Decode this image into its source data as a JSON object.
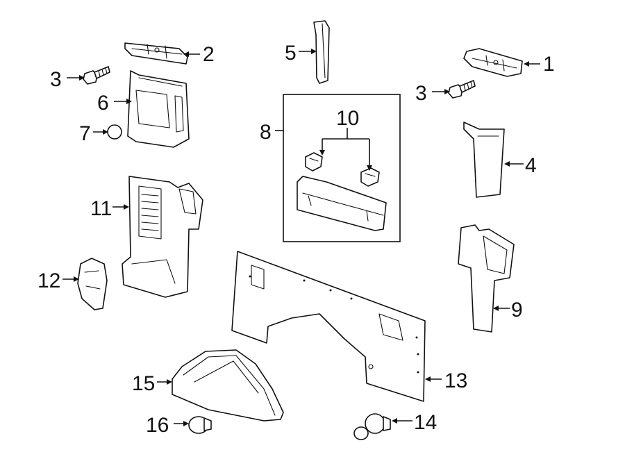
{
  "callouts": [
    {
      "id": "c1",
      "label": "1"
    },
    {
      "id": "c2",
      "label": "2"
    },
    {
      "id": "c3a",
      "label": "3"
    },
    {
      "id": "c3b",
      "label": "3"
    },
    {
      "id": "c4",
      "label": "4"
    },
    {
      "id": "c5",
      "label": "5"
    },
    {
      "id": "c6",
      "label": "6"
    },
    {
      "id": "c7",
      "label": "7"
    },
    {
      "id": "c8",
      "label": "8"
    },
    {
      "id": "c9",
      "label": "9"
    },
    {
      "id": "c10",
      "label": "10"
    },
    {
      "id": "c11",
      "label": "11"
    },
    {
      "id": "c12",
      "label": "12"
    },
    {
      "id": "c13",
      "label": "13"
    },
    {
      "id": "c14",
      "label": "14"
    },
    {
      "id": "c15",
      "label": "15"
    },
    {
      "id": "c16",
      "label": "16"
    }
  ]
}
